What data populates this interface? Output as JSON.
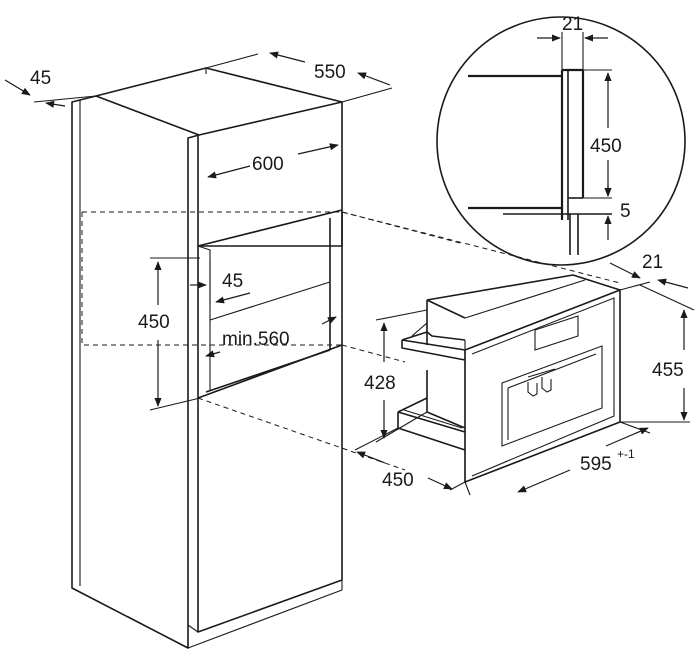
{
  "diagram": {
    "cabinet_dims": {
      "side_panel": "45",
      "depth": "550",
      "width": "600",
      "niche_height": "450",
      "shelf_offset": "45",
      "niche_depth": "min.560"
    },
    "detail_dims": {
      "panel_thickness": "21",
      "height": "450",
      "gap": "5"
    },
    "appliance_dims": {
      "front_thickness": "21",
      "front_height": "455",
      "body_height": "428",
      "body_depth": "450",
      "front_width": "595",
      "front_width_tolerance": "+-1"
    }
  }
}
